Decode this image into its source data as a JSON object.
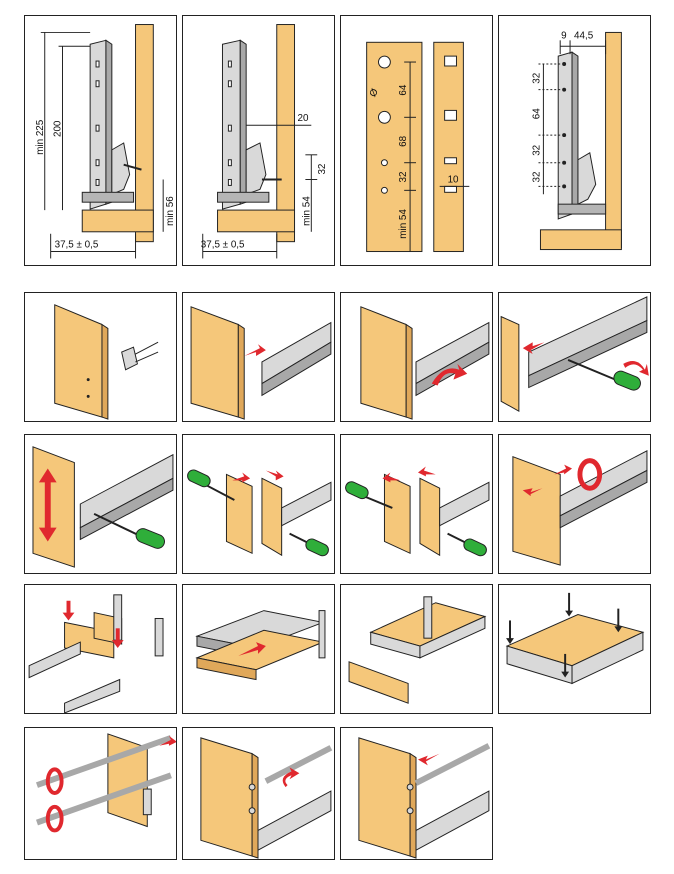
{
  "colors": {
    "wood": "#F5C77A",
    "wood_dark": "#E0A85A",
    "metal": "#D9D9D9",
    "metal_dark": "#A8A8A8",
    "red_arrow": "#E0282E",
    "green_handle": "#2FAE3A",
    "line": "#222222"
  },
  "panels": [
    {
      "id": "p1",
      "labels": {
        "min225": "min 225",
        "h200": "200",
        "min56": "min 56",
        "w37": "37,5 ± 0,5"
      }
    },
    {
      "id": "p2",
      "labels": {
        "d20": "20",
        "d32": "32",
        "min54": "min 54",
        "w37": "37,5 ± 0,5"
      }
    },
    {
      "id": "p3",
      "labels": {
        "d64": "64",
        "d68": "68",
        "d32": "32",
        "min54": "min 54",
        "d10": "10",
        "dia": "Ø"
      }
    },
    {
      "id": "p4",
      "labels": {
        "d9": "9",
        "d445": "44,5",
        "d32a": "32",
        "d64": "64",
        "d32b": "32",
        "d32c": "32"
      }
    }
  ]
}
